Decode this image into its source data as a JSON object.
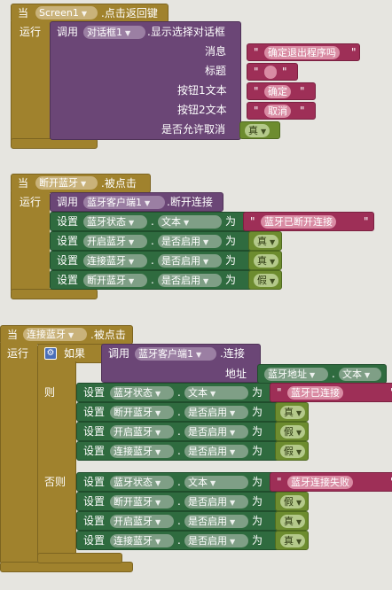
{
  "block1": {
    "when": "当",
    "component": "Screen1",
    "event": ".点击返回键",
    "do": "运行",
    "call": "调用",
    "dialog": "对话框1",
    "method": ".显示选择对话框",
    "params": [
      {
        "label": "消息",
        "value": "确定退出程序吗"
      },
      {
        "label": "标题",
        "value": ""
      },
      {
        "label": "按钮1文本",
        "value": "确定"
      },
      {
        "label": "按钮2文本",
        "value": "取消"
      }
    ],
    "cancel_label": "是否允许取消",
    "cancel_value": "真"
  },
  "block2": {
    "when": "当",
    "component": "断开蓝牙",
    "event": ".被点击",
    "do": "运行",
    "call": "调用",
    "client": "蓝牙客户端1",
    "method": ".断开连接",
    "sets": [
      {
        "set": "设置",
        "comp": "蓝牙状态",
        "prop": "文本",
        "to": "为",
        "value": "蓝牙已断开连接",
        "type": "str"
      },
      {
        "set": "设置",
        "comp": "开启蓝牙",
        "prop": "是否启用",
        "to": "为",
        "value": "真",
        "type": "boo"
      },
      {
        "set": "设置",
        "comp": "连接蓝牙",
        "prop": "是否启用",
        "to": "为",
        "value": "真",
        "type": "boo"
      },
      {
        "set": "设置",
        "comp": "断开蓝牙",
        "prop": "是否启用",
        "to": "为",
        "value": "假",
        "type": "boo"
      }
    ]
  },
  "block3": {
    "when": "当",
    "component": "连接蓝牙",
    "event": ".被点击",
    "do": "运行",
    "if": "如果",
    "call": "调用",
    "client": "蓝牙客户端1",
    "method": ".连接",
    "address_label": "地址",
    "address_comp": "蓝牙地址",
    "address_prop": "文本",
    "then": "则",
    "else": "否则",
    "then_sets": [
      {
        "set": "设置",
        "comp": "蓝牙状态",
        "prop": "文本",
        "to": "为",
        "value": "蓝牙已连接",
        "type": "str"
      },
      {
        "set": "设置",
        "comp": "断开蓝牙",
        "prop": "是否启用",
        "to": "为",
        "value": "真",
        "type": "boo"
      },
      {
        "set": "设置",
        "comp": "开启蓝牙",
        "prop": "是否启用",
        "to": "为",
        "value": "假",
        "type": "boo"
      },
      {
        "set": "设置",
        "comp": "连接蓝牙",
        "prop": "是否启用",
        "to": "为",
        "value": "假",
        "type": "boo"
      }
    ],
    "else_sets": [
      {
        "set": "设置",
        "comp": "蓝牙状态",
        "prop": "文本",
        "to": "为",
        "value": "蓝牙连接失败",
        "type": "str"
      },
      {
        "set": "设置",
        "comp": "断开蓝牙",
        "prop": "是否启用",
        "to": "为",
        "value": "假",
        "type": "boo"
      },
      {
        "set": "设置",
        "comp": "开启蓝牙",
        "prop": "是否启用",
        "to": "为",
        "value": "真",
        "type": "boo"
      },
      {
        "set": "设置",
        "comp": "连接蓝牙",
        "prop": "是否启用",
        "to": "为",
        "value": "真",
        "type": "boo"
      }
    ]
  }
}
